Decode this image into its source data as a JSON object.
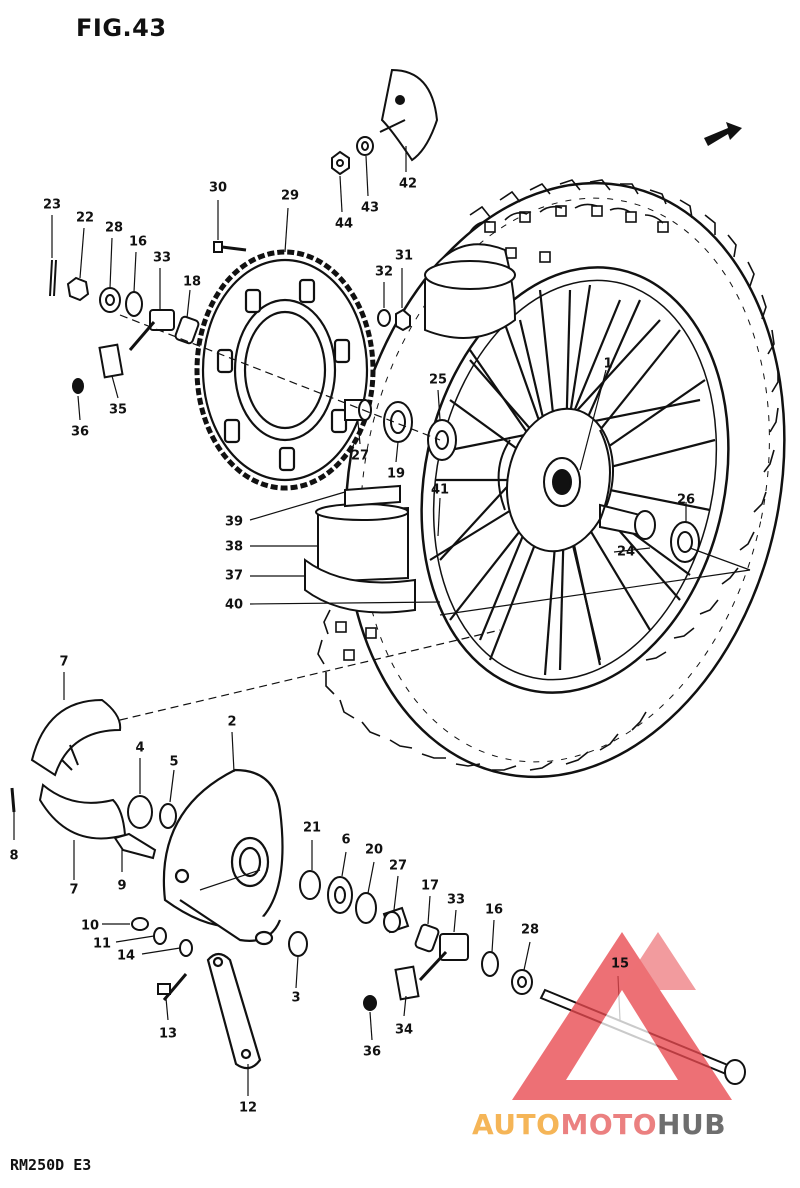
{
  "figure_title": "FIG.43",
  "model_code": "RM250D  E3",
  "watermark": {
    "part1": "AUTO",
    "part2": "MOTO",
    "part3": "HUB",
    "color1": "#f4a93a",
    "color2": "#e86a6a",
    "color3": "#555555",
    "logo_color": "#e8494f"
  },
  "callouts": [
    {
      "id": "c-23",
      "label": "23"
    },
    {
      "id": "c-22",
      "label": "22"
    },
    {
      "id": "c-28a",
      "label": "28"
    },
    {
      "id": "c-16a",
      "label": "16"
    },
    {
      "id": "c-33a",
      "label": "33"
    },
    {
      "id": "c-18",
      "label": "18"
    },
    {
      "id": "c-35",
      "label": "35"
    },
    {
      "id": "c-36a",
      "label": "36"
    },
    {
      "id": "c-30",
      "label": "30"
    },
    {
      "id": "c-29",
      "label": "29"
    },
    {
      "id": "c-32",
      "label": "32"
    },
    {
      "id": "c-31",
      "label": "31"
    },
    {
      "id": "c-44",
      "label": "44"
    },
    {
      "id": "c-43",
      "label": "43"
    },
    {
      "id": "c-42",
      "label": "42"
    },
    {
      "id": "c-25",
      "label": "25"
    },
    {
      "id": "c-1",
      "label": "1"
    },
    {
      "id": "c-27a",
      "label": "27"
    },
    {
      "id": "c-19",
      "label": "19"
    },
    {
      "id": "c-41",
      "label": "41"
    },
    {
      "id": "c-26",
      "label": "26"
    },
    {
      "id": "c-24",
      "label": "24"
    },
    {
      "id": "c-39",
      "label": "39"
    },
    {
      "id": "c-38",
      "label": "38"
    },
    {
      "id": "c-37",
      "label": "37"
    },
    {
      "id": "c-40",
      "label": "40"
    },
    {
      "id": "c-7a",
      "label": "7"
    },
    {
      "id": "c-8",
      "label": "8"
    },
    {
      "id": "c-7b",
      "label": "7"
    },
    {
      "id": "c-4",
      "label": "4"
    },
    {
      "id": "c-5",
      "label": "5"
    },
    {
      "id": "c-2",
      "label": "2"
    },
    {
      "id": "c-9",
      "label": "9"
    },
    {
      "id": "c-10",
      "label": "10"
    },
    {
      "id": "c-11",
      "label": "11"
    },
    {
      "id": "c-14",
      "label": "14"
    },
    {
      "id": "c-13",
      "label": "13"
    },
    {
      "id": "c-3",
      "label": "3"
    },
    {
      "id": "c-12",
      "label": "12"
    },
    {
      "id": "c-21",
      "label": "21"
    },
    {
      "id": "c-6",
      "label": "6"
    },
    {
      "id": "c-20",
      "label": "20"
    },
    {
      "id": "c-27b",
      "label": "27"
    },
    {
      "id": "c-17",
      "label": "17"
    },
    {
      "id": "c-33b",
      "label": "33"
    },
    {
      "id": "c-16b",
      "label": "16"
    },
    {
      "id": "c-28b",
      "label": "28"
    },
    {
      "id": "c-15",
      "label": "15"
    },
    {
      "id": "c-34",
      "label": "34"
    },
    {
      "id": "c-36b",
      "label": "36"
    }
  ]
}
